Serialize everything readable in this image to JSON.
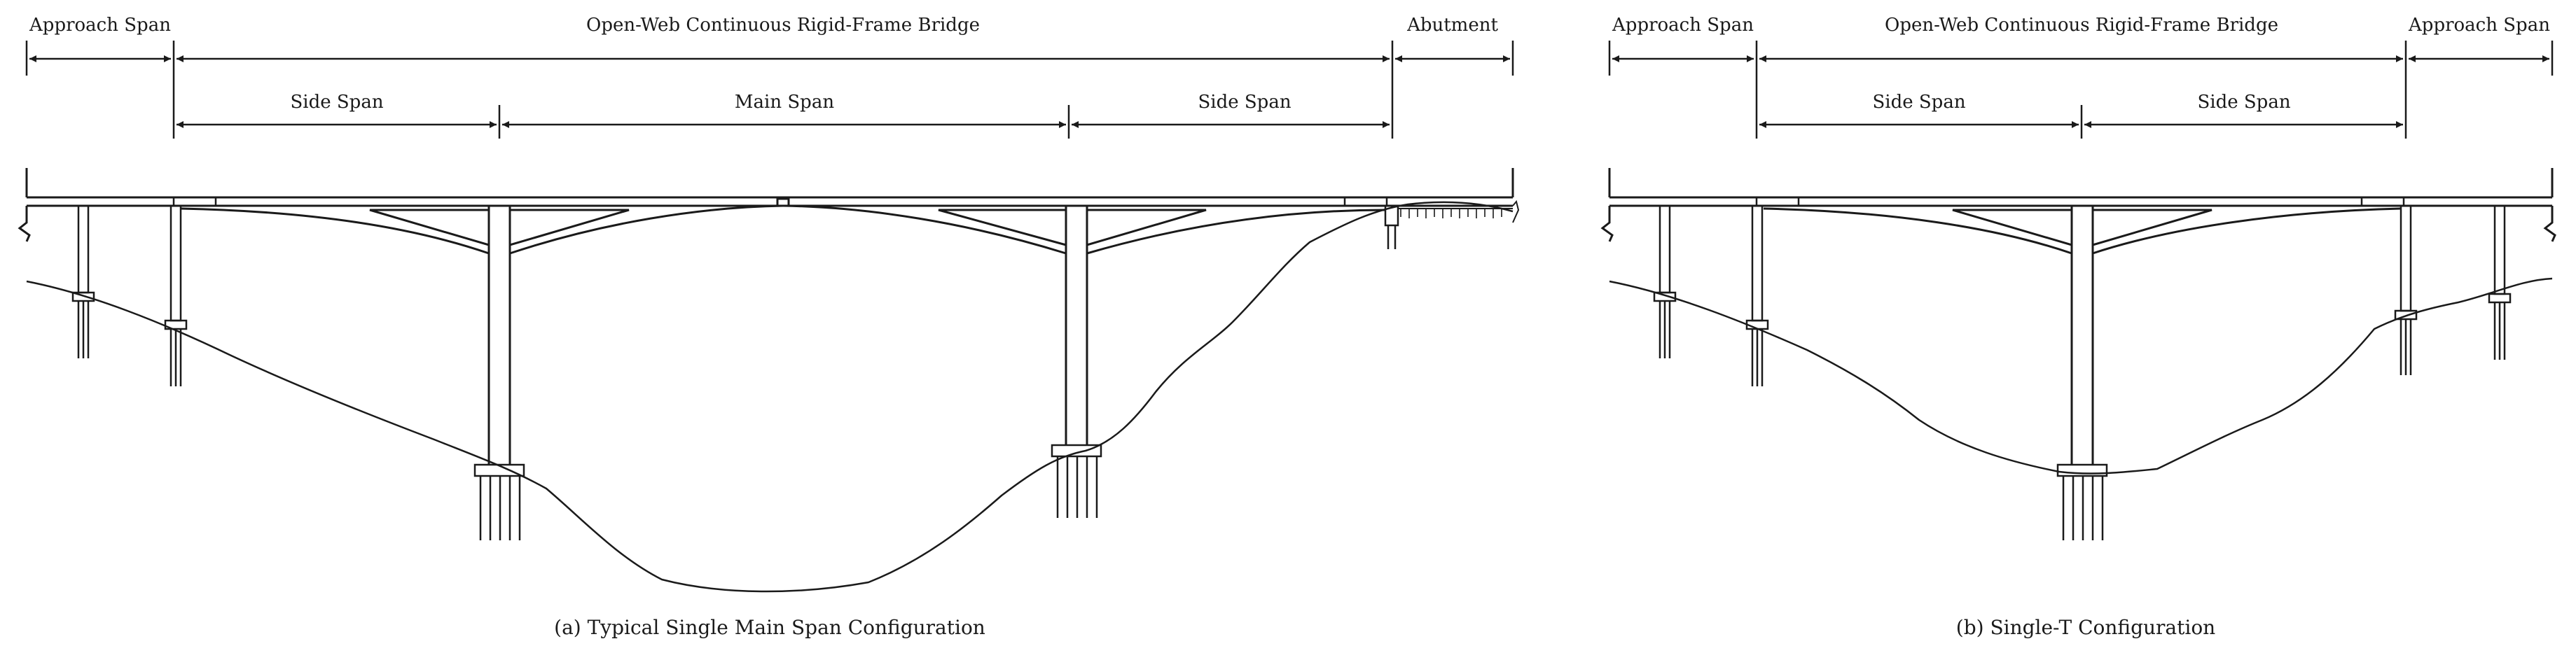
{
  "panel_a": {
    "labels": {
      "approach_span": "Approach Span",
      "bridge": "Open-Web Continuous Rigid-Frame Bridge",
      "abutment": "Abutment",
      "side_span_left": "Side Span",
      "main_span": "Main Span",
      "side_span_right": "Side Span"
    },
    "caption": "(a) Typical Single Main Span Configuration"
  },
  "panel_b": {
    "labels": {
      "approach_span_left": "Approach Span",
      "bridge": "Open-Web Continuous Rigid-Frame Bridge",
      "approach_span_right": "Approach Span",
      "side_span_left": "Side Span",
      "side_span_right": "Side Span"
    },
    "caption": "(b) Single-T Configuration"
  }
}
